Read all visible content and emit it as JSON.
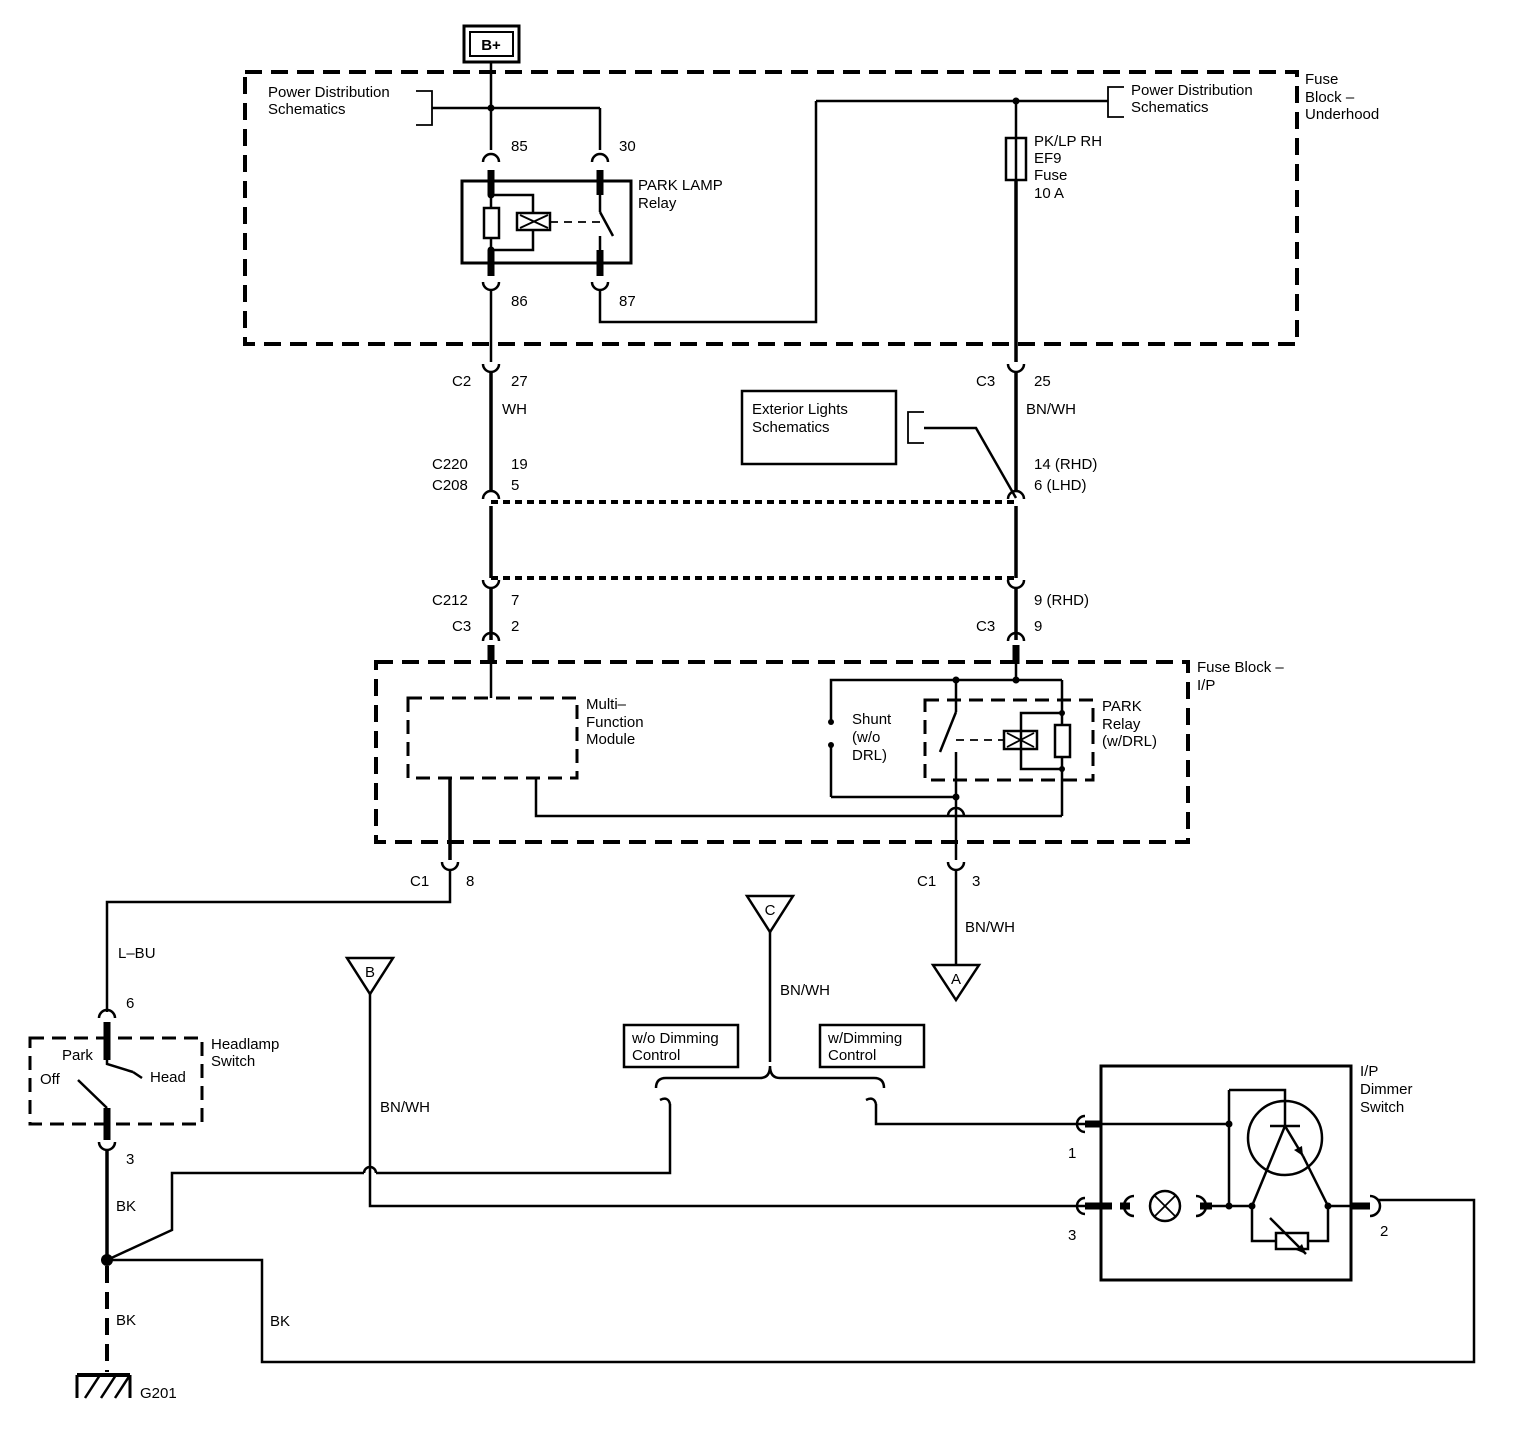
{
  "battery": {
    "label": "B+"
  },
  "fuse_block_underhood": {
    "label_lines": [
      "Fuse",
      "Block –",
      "Underhood"
    ],
    "power_dist_left_lines": [
      "Power Distribution",
      "Schematics"
    ],
    "power_dist_right_lines": [
      "Power Distribution",
      "Schematics"
    ],
    "relay": {
      "label_lines": [
        "PARK LAMP",
        "Relay"
      ],
      "pins": [
        "85",
        "30",
        "86",
        "87"
      ]
    },
    "fuse": {
      "label_lines": [
        "PK/LP RH",
        "EF9",
        "Fuse",
        "10 A"
      ]
    }
  },
  "connectors": {
    "c2": {
      "name": "C2",
      "pin": "27"
    },
    "c3_top": {
      "name": "C3",
      "pin": "25"
    },
    "c220": {
      "name": "C220",
      "pin": "19"
    },
    "c208": {
      "name": "C208",
      "pin": "5"
    },
    "right_14": {
      "pin": "14 (RHD)"
    },
    "right_6": {
      "pin": "6 (LHD)"
    },
    "c212": {
      "name": "C212",
      "pin": "7"
    },
    "right_9rhd": {
      "pin": "9 (RHD)"
    },
    "c3_left": {
      "name": "C3",
      "pin": "2"
    },
    "c3_right": {
      "name": "C3",
      "pin": "9"
    },
    "c1_left": {
      "name": "C1",
      "pin": "8"
    },
    "c1_right": {
      "name": "C1",
      "pin": "3"
    },
    "headlamp_6": {
      "pin": "6"
    },
    "headlamp_3": {
      "pin": "3"
    },
    "dimmer_1": {
      "pin": "1"
    },
    "dimmer_3": {
      "pin": "3"
    },
    "dimmer_2": {
      "pin": "2"
    }
  },
  "wires": {
    "wh": "WH",
    "bnwh_top": "BN/WH",
    "bnwh_a": "BN/WH",
    "bnwh_c": "BN/WH",
    "bnwh_b": "BN/WH",
    "lbu": "L–BU",
    "bk1": "BK",
    "bk2": "BK",
    "bk3": "BK"
  },
  "exterior_lights": {
    "label_lines": [
      "Exterior Lights",
      "Schematics"
    ]
  },
  "fuse_block_ip": {
    "label_lines": [
      "Fuse Block –",
      "I/P"
    ],
    "mfm_lines": [
      "Multi–",
      "Function",
      "Module"
    ],
    "shunt_lines": [
      "Shunt",
      "(w/o",
      "DRL)"
    ],
    "park_relay_lines": [
      "PARK",
      "Relay",
      "(w/DRL)"
    ]
  },
  "offpage": {
    "a": "A",
    "b": "B",
    "c": "C"
  },
  "headlamp_switch": {
    "label_lines": [
      "Headlamp",
      "Switch"
    ],
    "positions": {
      "park": "Park",
      "off": "Off",
      "head": "Head"
    }
  },
  "options": {
    "wo_dimming_lines": [
      "w/o Dimming",
      "Control"
    ],
    "w_dimming_lines": [
      "w/Dimming",
      "Control"
    ]
  },
  "dimmer_switch": {
    "label_lines": [
      "I/P",
      "Dimmer",
      "Switch"
    ]
  },
  "ground": {
    "label": "G201"
  }
}
